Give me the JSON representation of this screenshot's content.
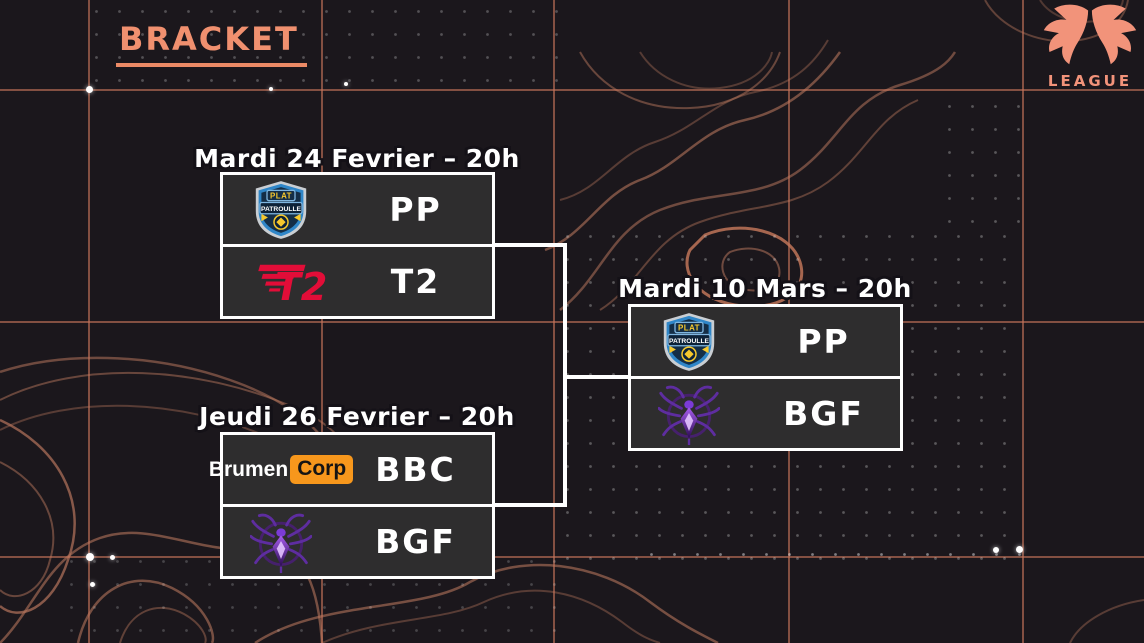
{
  "title": "BRACKET",
  "league": {
    "label": "LEAGUE",
    "icon": "flame-m-logo"
  },
  "matches": [
    {
      "header": "Mardi 24 Fevrier – 20h",
      "teams": [
        {
          "tag": "PP",
          "logo": "plat-patrouille-shield"
        },
        {
          "tag": "T2",
          "logo": "t2-wing"
        }
      ]
    },
    {
      "header": "Jeudi 26 Fevrier – 20h",
      "teams": [
        {
          "tag": "BBC",
          "logo": "brumencorp-wordmark"
        },
        {
          "tag": "BGF",
          "logo": "purple-spider"
        }
      ]
    },
    {
      "header": "Mardi 10 Mars – 20h",
      "teams": [
        {
          "tag": "PP",
          "logo": "plat-patrouille-shield"
        },
        {
          "tag": "BGF",
          "logo": "purple-spider"
        }
      ]
    }
  ],
  "logos": {
    "plat": {
      "top": "PLAT",
      "mid": "PATROULLE"
    },
    "t2": {
      "text": "T2"
    },
    "brumen": {
      "left": "Brumen",
      "right": "Corp"
    }
  },
  "colors": {
    "background": "#1b171c",
    "accent_salmon": "#f0906f",
    "grid_line": "#c5745a",
    "panel": "#2e2d2e",
    "panel_border": "#ffffff",
    "t2_red": "#e20d38",
    "brumen_orange": "#f7971c",
    "spider_purple": "#7b3bd6",
    "shield_blue": "#2f86c8",
    "shield_navy": "#142e47",
    "shield_yellow": "#f6c82d"
  }
}
